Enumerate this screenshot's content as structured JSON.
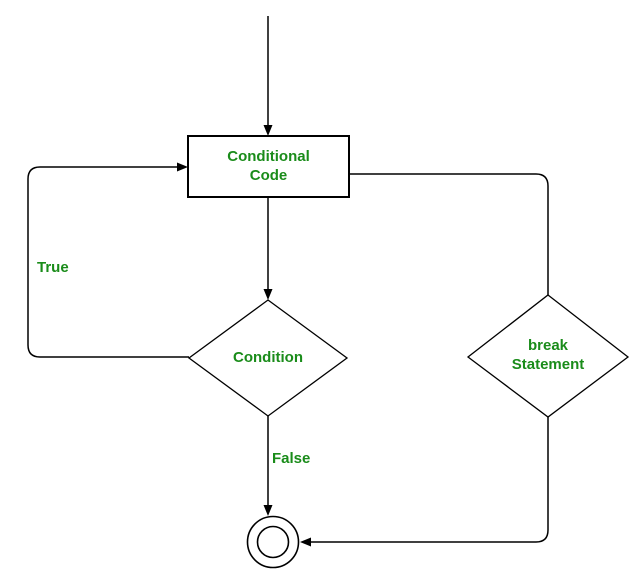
{
  "diagram": {
    "type": "flowchart",
    "colors": {
      "label_text": "#1a8c1a",
      "line": "#000000",
      "background": "#ffffff"
    },
    "nodes": {
      "conditional_code": {
        "label": "Conditional\nCode",
        "shape": "rectangle"
      },
      "condition": {
        "label": "Condition",
        "shape": "diamond"
      },
      "break_statement": {
        "label": "break\nStatement",
        "shape": "diamond"
      },
      "end_terminator": {
        "label": "",
        "shape": "double-circle"
      }
    },
    "edge_labels": {
      "true_label": "True",
      "false_label": "False"
    },
    "edges": [
      {
        "from": "start",
        "to": "conditional_code"
      },
      {
        "from": "conditional_code",
        "to": "condition"
      },
      {
        "from": "condition",
        "to": "conditional_code",
        "label": "True"
      },
      {
        "from": "condition",
        "to": "end_terminator",
        "label": "False"
      },
      {
        "from": "conditional_code",
        "to": "break_statement"
      },
      {
        "from": "break_statement",
        "to": "end_terminator"
      }
    ]
  }
}
